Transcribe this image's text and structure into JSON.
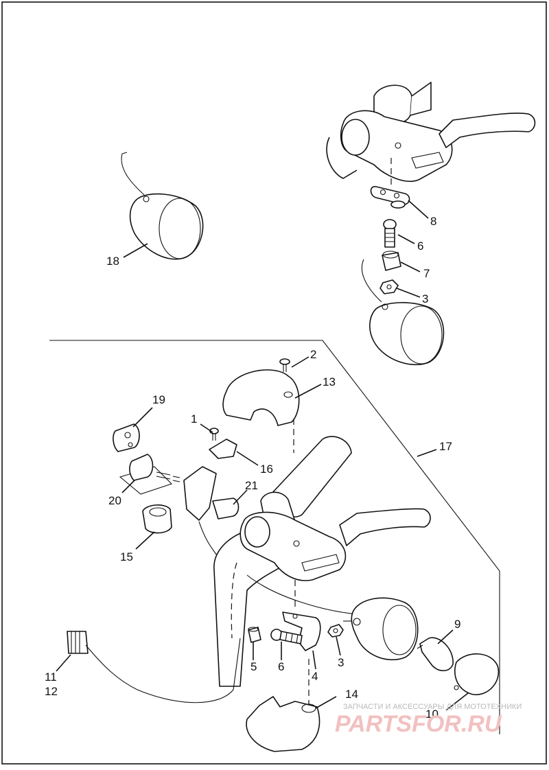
{
  "callouts": [
    {
      "id": "c1",
      "text": "1"
    },
    {
      "id": "c2",
      "text": "2"
    },
    {
      "id": "c3a",
      "text": "3"
    },
    {
      "id": "c3b",
      "text": "3"
    },
    {
      "id": "c4",
      "text": "4"
    },
    {
      "id": "c5",
      "text": "5"
    },
    {
      "id": "c6a",
      "text": "6"
    },
    {
      "id": "c6b",
      "text": "6"
    },
    {
      "id": "c7",
      "text": "7"
    },
    {
      "id": "c8",
      "text": "8"
    },
    {
      "id": "c9",
      "text": "9"
    },
    {
      "id": "c10",
      "text": "10"
    },
    {
      "id": "c11",
      "text": "11"
    },
    {
      "id": "c12",
      "text": "12"
    },
    {
      "id": "c13",
      "text": "13"
    },
    {
      "id": "c14",
      "text": "14"
    },
    {
      "id": "c15",
      "text": "15"
    },
    {
      "id": "c16",
      "text": "16"
    },
    {
      "id": "c17",
      "text": "17"
    },
    {
      "id": "c18",
      "text": "18"
    },
    {
      "id": "c19",
      "text": "19"
    },
    {
      "id": "c20",
      "text": "20"
    },
    {
      "id": "c21",
      "text": "21"
    }
  ],
  "watermark": {
    "tagline": "ЗАПЧАСТИ И АКСЕССУАРЫ ДЛЯ МОТОТЕХНИКИ",
    "brand": "PARTSFOR.RU"
  }
}
